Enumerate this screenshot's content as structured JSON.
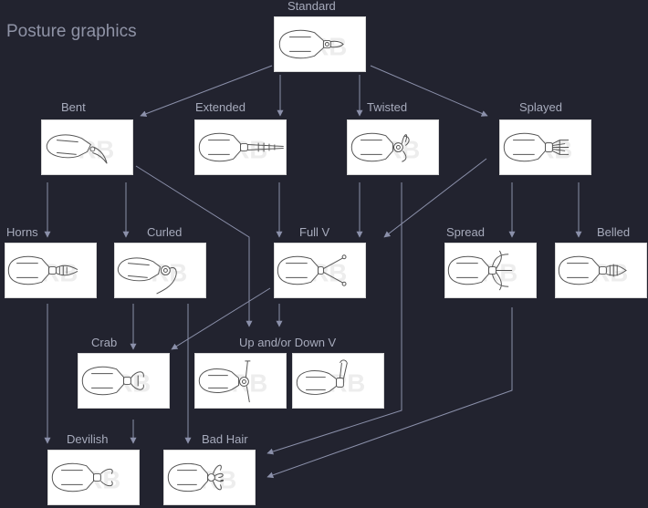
{
  "title": "Posture graphics",
  "watermark": "CRB",
  "colors": {
    "background": "#22232f",
    "connector": "#8b90aa",
    "label": "#a7abbc",
    "card": "#ffffff"
  },
  "labels": {
    "standard": "Standard",
    "bent": "Bent",
    "extended": "Extended",
    "twisted": "Twisted",
    "splayed": "Splayed",
    "horns": "Horns",
    "curled": "Curled",
    "full_v": "Full V",
    "spread": "Spread",
    "belled": "Belled",
    "crab": "Crab",
    "up_down_v": "Up and/or Down V",
    "devilish": "Devilish",
    "bad_hair": "Bad Hair"
  }
}
